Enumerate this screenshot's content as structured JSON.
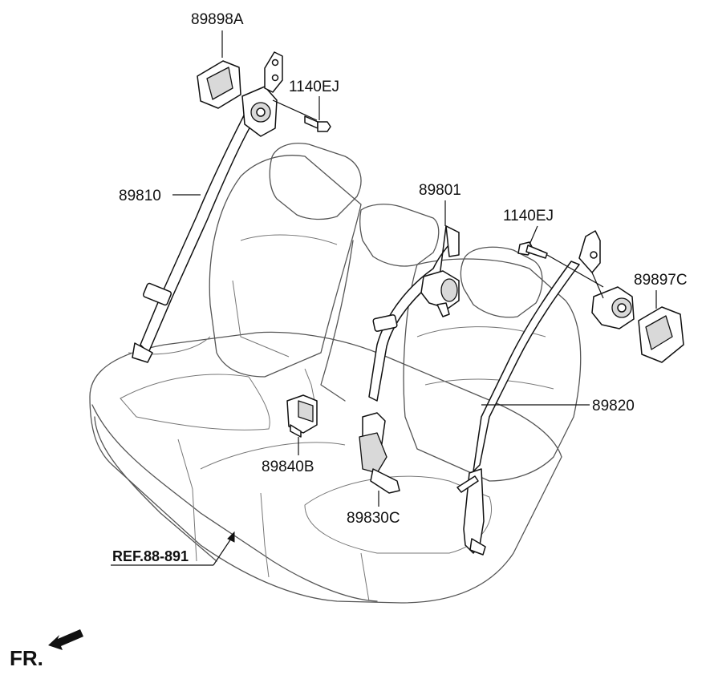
{
  "callouts": {
    "p89898A": "89898A",
    "p1140EJ_top": "1140EJ",
    "p89810": "89810",
    "p89801": "89801",
    "p1140EJ_right": "1140EJ",
    "p89897C": "89897C",
    "p89820": "89820",
    "p89840B": "89840B",
    "p89830C": "89830C"
  },
  "reference": "REF.88-891",
  "front_marker": "FR."
}
